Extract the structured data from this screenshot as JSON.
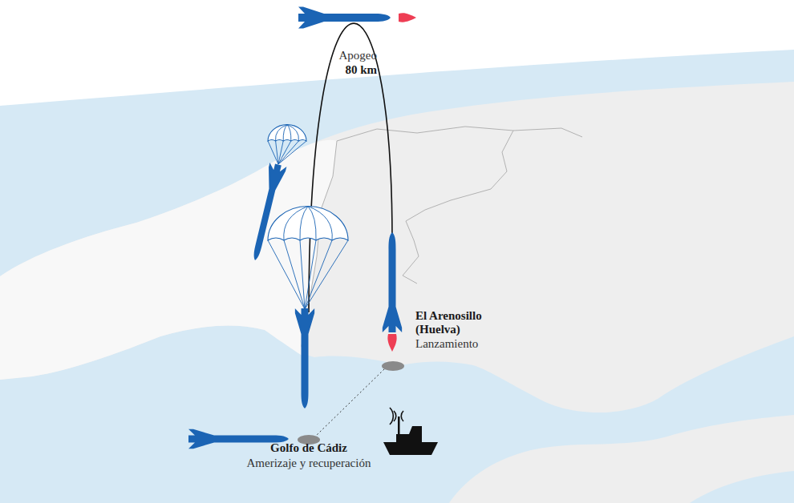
{
  "diagram": {
    "labels": [
      "Apogeo",
      "80 km",
      "El Arenosillo (Huelva)",
      "Lanzamiento",
      "Golfo de Cádiz",
      "Amerizaje y recuperación"
    ]
  }
}
